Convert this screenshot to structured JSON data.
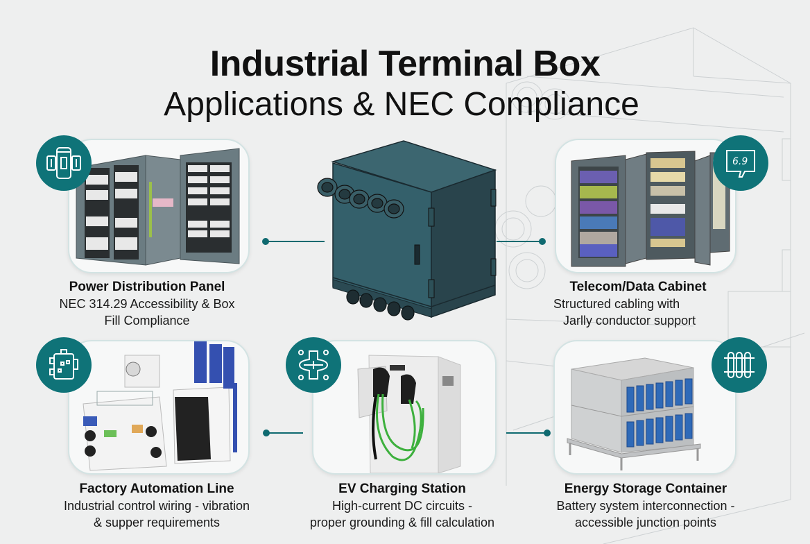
{
  "header": {
    "title": "Industrial Terminal Box",
    "subtitle": "Applications & NEC Compliance"
  },
  "center": {
    "name": "Industrial terminal box enclosure",
    "color": "#2f5660"
  },
  "colors": {
    "accent": "#0f7378",
    "background": "#eeefef",
    "card_border": "#d3e3e3"
  },
  "applications": [
    {
      "icon": "panel-breaker-icon",
      "title": "Power Distribution Panel",
      "desc_line1": "NEC 314.29 Accessibility & Box",
      "desc_line2": "Fill Compliance"
    },
    {
      "icon": "data-terminal-icon",
      "title": "Telecom/Data Cabinet",
      "desc_line1": "Structured cabling with",
      "desc_line2": "Jarlly conductor support"
    },
    {
      "icon": "control-box-icon",
      "title": "Factory Automation Line",
      "desc_line1": "Industrial control wiring - vibration",
      "desc_line2": "& supper requirements"
    },
    {
      "icon": "charging-plug-icon",
      "title": "EV Charging Station",
      "desc_line1": "High-current DC circuits -",
      "desc_line2": "proper grounding & fill calculation"
    },
    {
      "icon": "battery-rack-icon",
      "title": "Energy Storage Container",
      "desc_line1": "Battery system interconnection -",
      "desc_line2": "accessible junction points"
    }
  ]
}
